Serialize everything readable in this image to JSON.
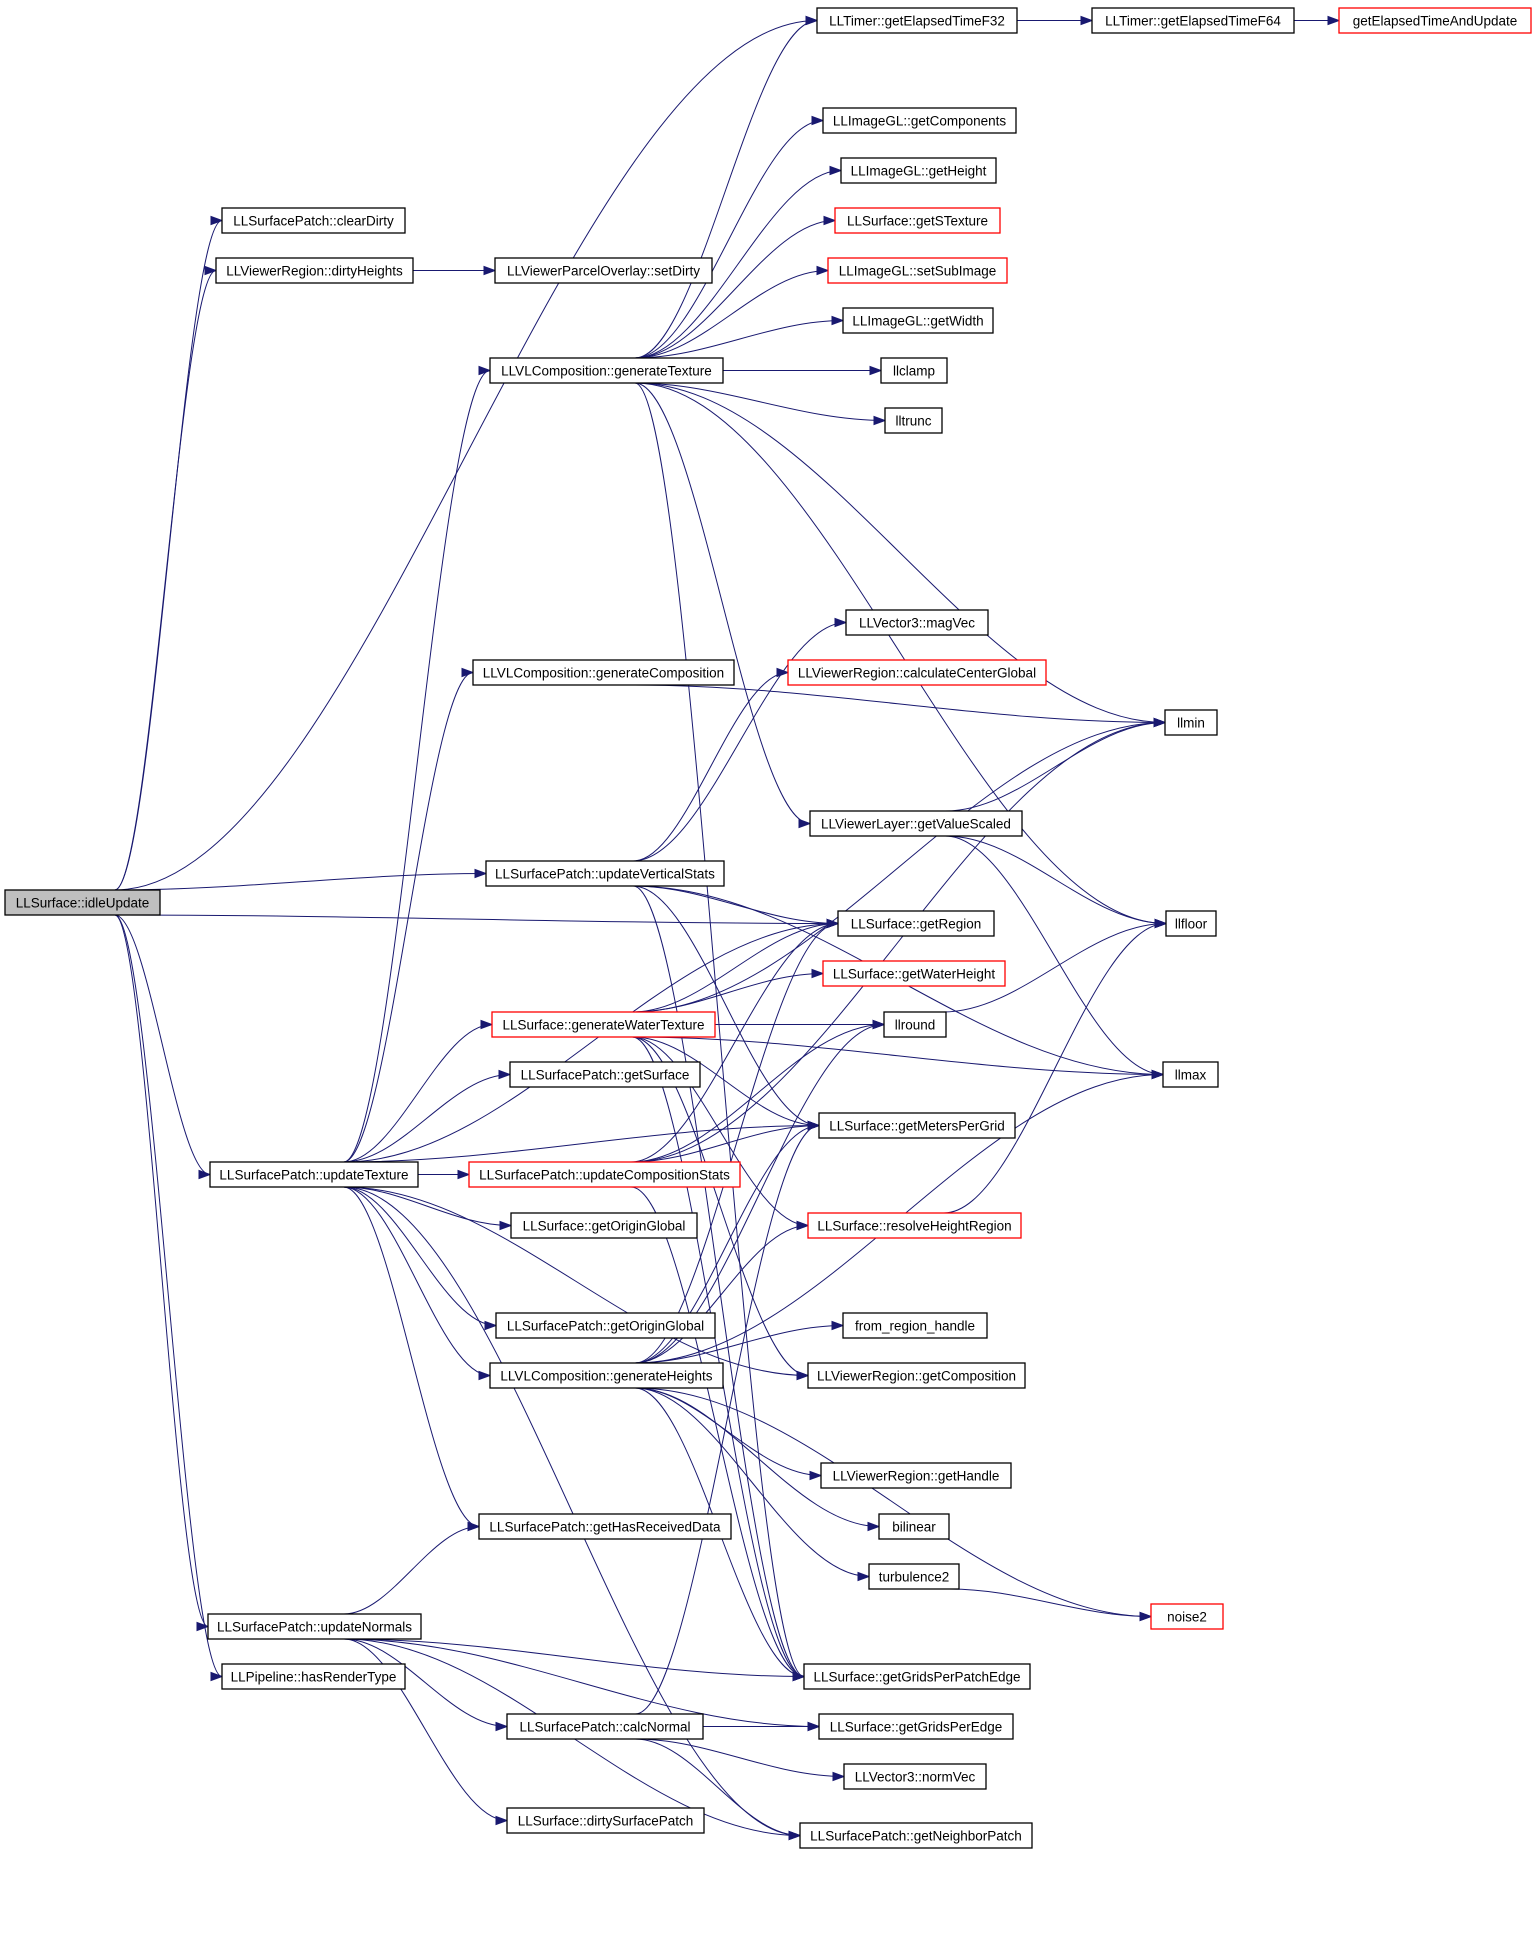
{
  "graph": {
    "colors": {
      "edge": "#191970",
      "border": "#000000",
      "border_link_missing": "#ff0000",
      "root_fill": "#bfbfbf"
    },
    "nodes": {
      "idleUpdate": {
        "label": "LLSurface::idleUpdate",
        "root": true
      },
      "clearDirty": {
        "label": "LLSurfacePatch::clearDirty"
      },
      "dirtyHeights": {
        "label": "LLViewerRegion::dirtyHeights"
      },
      "setDirty": {
        "label": "LLViewerParcelOverlay::setDirty"
      },
      "genTexture": {
        "label": "LLVLComposition::generateTexture"
      },
      "getElapsedF32": {
        "label": "LLTimer::getElapsedTimeF32"
      },
      "getElapsedF64": {
        "label": "LLTimer::getElapsedTimeF64"
      },
      "getElapsedUpdate": {
        "label": "getElapsedTimeAndUpdate",
        "red": true
      },
      "getComponents": {
        "label": "LLImageGL::getComponents"
      },
      "getHeight": {
        "label": "LLImageGL::getHeight"
      },
      "getSTexture": {
        "label": "LLSurface::getSTexture",
        "red": true
      },
      "setSubImage": {
        "label": "LLImageGL::setSubImage",
        "red": true
      },
      "getWidth": {
        "label": "LLImageGL::getWidth"
      },
      "llclamp": {
        "label": "llclamp"
      },
      "lltrunc": {
        "label": "lltrunc"
      },
      "genComposition": {
        "label": "LLVLComposition::generateComposition"
      },
      "magVec": {
        "label": "LLVector3::magVec"
      },
      "calcCenter": {
        "label": "LLViewerRegion::calculateCenterGlobal",
        "red": true
      },
      "llmin": {
        "label": "llmin"
      },
      "getValueScaled": {
        "label": "LLViewerLayer::getValueScaled"
      },
      "updateVert": {
        "label": "LLSurfacePatch::updateVerticalStats"
      },
      "getRegion": {
        "label": "LLSurface::getRegion"
      },
      "llfloor": {
        "label": "llfloor"
      },
      "getWaterHeight": {
        "label": "LLSurface::getWaterHeight",
        "red": true
      },
      "genWater": {
        "label": "LLSurface::generateWaterTexture",
        "red": true
      },
      "llround": {
        "label": "llround"
      },
      "getSurface": {
        "label": "LLSurfacePatch::getSurface"
      },
      "llmax": {
        "label": "llmax"
      },
      "getMetersPerGrid": {
        "label": "LLSurface::getMetersPerGrid"
      },
      "updateTexture": {
        "label": "LLSurfacePatch::updateTexture"
      },
      "updateCompStats": {
        "label": "LLSurfacePatch::updateCompositionStats",
        "red": true
      },
      "getOriginGlobal": {
        "label": "LLSurface::getOriginGlobal"
      },
      "resolveHeight": {
        "label": "LLSurface::resolveHeightRegion",
        "red": true
      },
      "patchOriginGlobal": {
        "label": "LLSurfacePatch::getOriginGlobal"
      },
      "fromRegionHandle": {
        "label": "from_region_handle"
      },
      "genHeights": {
        "label": "LLVLComposition::generateHeights"
      },
      "getComposition": {
        "label": "LLViewerRegion::getComposition"
      },
      "getHandle": {
        "label": "LLViewerRegion::getHandle"
      },
      "bilinear": {
        "label": "bilinear"
      },
      "hasReceived": {
        "label": "LLSurfacePatch::getHasReceivedData"
      },
      "turbulence2": {
        "label": "turbulence2"
      },
      "noise2": {
        "label": "noise2",
        "red": true
      },
      "updateNormals": {
        "label": "LLSurfacePatch::updateNormals"
      },
      "getGridsPerPatch": {
        "label": "LLSurface::getGridsPerPatchEdge"
      },
      "hasRenderType": {
        "label": "LLPipeline::hasRenderType"
      },
      "calcNormal": {
        "label": "LLSurfacePatch::calcNormal"
      },
      "getGridsPerEdge": {
        "label": "LLSurface::getGridsPerEdge"
      },
      "normVec": {
        "label": "LLVector3::normVec"
      },
      "dirtySurfPatch": {
        "label": "LLSurface::dirtySurfacePatch"
      },
      "getNeighbor": {
        "label": "LLSurfacePatch::getNeighborPatch"
      }
    },
    "edges": [
      [
        "idleUpdate",
        "clearDirty"
      ],
      [
        "idleUpdate",
        "dirtyHeights"
      ],
      [
        "dirtyHeights",
        "setDirty"
      ],
      [
        "idleUpdate",
        "getElapsedF32"
      ],
      [
        "getElapsedF32",
        "getElapsedF64"
      ],
      [
        "getElapsedF64",
        "getElapsedUpdate"
      ],
      [
        "idleUpdate",
        "updateVert"
      ],
      [
        "idleUpdate",
        "getRegion"
      ],
      [
        "idleUpdate",
        "updateTexture"
      ],
      [
        "idleUpdate",
        "updateNormals"
      ],
      [
        "idleUpdate",
        "hasRenderType"
      ],
      [
        "genTexture",
        "getElapsedF32"
      ],
      [
        "genTexture",
        "getComponents"
      ],
      [
        "genTexture",
        "getHeight"
      ],
      [
        "genTexture",
        "getSTexture"
      ],
      [
        "genTexture",
        "setSubImage"
      ],
      [
        "genTexture",
        "getWidth"
      ],
      [
        "genTexture",
        "llclamp"
      ],
      [
        "genTexture",
        "lltrunc"
      ],
      [
        "genTexture",
        "llmin"
      ],
      [
        "genTexture",
        "getValueScaled"
      ],
      [
        "genTexture",
        "llfloor"
      ],
      [
        "genTexture",
        "getGridsPerPatch"
      ],
      [
        "genComposition",
        "llmin"
      ],
      [
        "getValueScaled",
        "llmin"
      ],
      [
        "getValueScaled",
        "llfloor"
      ],
      [
        "getValueScaled",
        "llmax"
      ],
      [
        "updateVert",
        "magVec"
      ],
      [
        "updateVert",
        "calcCenter"
      ],
      [
        "updateVert",
        "getRegion"
      ],
      [
        "updateVert",
        "getMetersPerGrid"
      ],
      [
        "updateVert",
        "llmax"
      ],
      [
        "updateVert",
        "getGridsPerPatch"
      ],
      [
        "genWater",
        "getRegion"
      ],
      [
        "genWater",
        "getWaterHeight"
      ],
      [
        "genWater",
        "llround"
      ],
      [
        "genWater",
        "llmax"
      ],
      [
        "genWater",
        "getMetersPerGrid"
      ],
      [
        "genWater",
        "resolveHeight"
      ],
      [
        "genWater",
        "getComposition"
      ],
      [
        "genWater",
        "llmin"
      ],
      [
        "genWater",
        "getGridsPerPatch"
      ],
      [
        "llround",
        "llfloor"
      ],
      [
        "updateTexture",
        "genTexture"
      ],
      [
        "updateTexture",
        "genComposition"
      ],
      [
        "updateTexture",
        "genWater"
      ],
      [
        "updateTexture",
        "getSurface"
      ],
      [
        "updateTexture",
        "updateCompStats"
      ],
      [
        "updateTexture",
        "getOriginGlobal"
      ],
      [
        "updateTexture",
        "patchOriginGlobal"
      ],
      [
        "updateTexture",
        "genHeights"
      ],
      [
        "updateTexture",
        "hasReceived"
      ],
      [
        "updateTexture",
        "getRegion"
      ],
      [
        "updateTexture",
        "getMetersPerGrid"
      ],
      [
        "updateTexture",
        "getComposition"
      ],
      [
        "updateTexture",
        "getNeighbor"
      ],
      [
        "updateCompStats",
        "getRegion"
      ],
      [
        "updateCompStats",
        "getMetersPerGrid"
      ],
      [
        "updateCompStats",
        "getGridsPerPatch"
      ],
      [
        "updateCompStats",
        "llround"
      ],
      [
        "updateCompStats",
        "llmin"
      ],
      [
        "genHeights",
        "getRegion"
      ],
      [
        "genHeights",
        "fromRegionHandle"
      ],
      [
        "genHeights",
        "getHandle"
      ],
      [
        "genHeights",
        "bilinear"
      ],
      [
        "genHeights",
        "turbulence2"
      ],
      [
        "genHeights",
        "noise2"
      ],
      [
        "genHeights",
        "llmax"
      ],
      [
        "genHeights",
        "resolveHeight"
      ],
      [
        "genHeights",
        "getGridsPerPatch"
      ],
      [
        "genHeights",
        "llround"
      ],
      [
        "genHeights",
        "getMetersPerGrid"
      ],
      [
        "resolveHeight",
        "llfloor"
      ],
      [
        "turbulence2",
        "noise2"
      ],
      [
        "updateNormals",
        "hasReceived"
      ],
      [
        "updateNormals",
        "calcNormal"
      ],
      [
        "updateNormals",
        "getGridsPerPatch"
      ],
      [
        "updateNormals",
        "getGridsPerEdge"
      ],
      [
        "updateNormals",
        "dirtySurfPatch"
      ],
      [
        "updateNormals",
        "getNeighbor"
      ],
      [
        "calcNormal",
        "getGridsPerEdge"
      ],
      [
        "calcNormal",
        "normVec"
      ],
      [
        "calcNormal",
        "getNeighbor"
      ],
      [
        "calcNormal",
        "getMetersPerGrid"
      ]
    ]
  }
}
